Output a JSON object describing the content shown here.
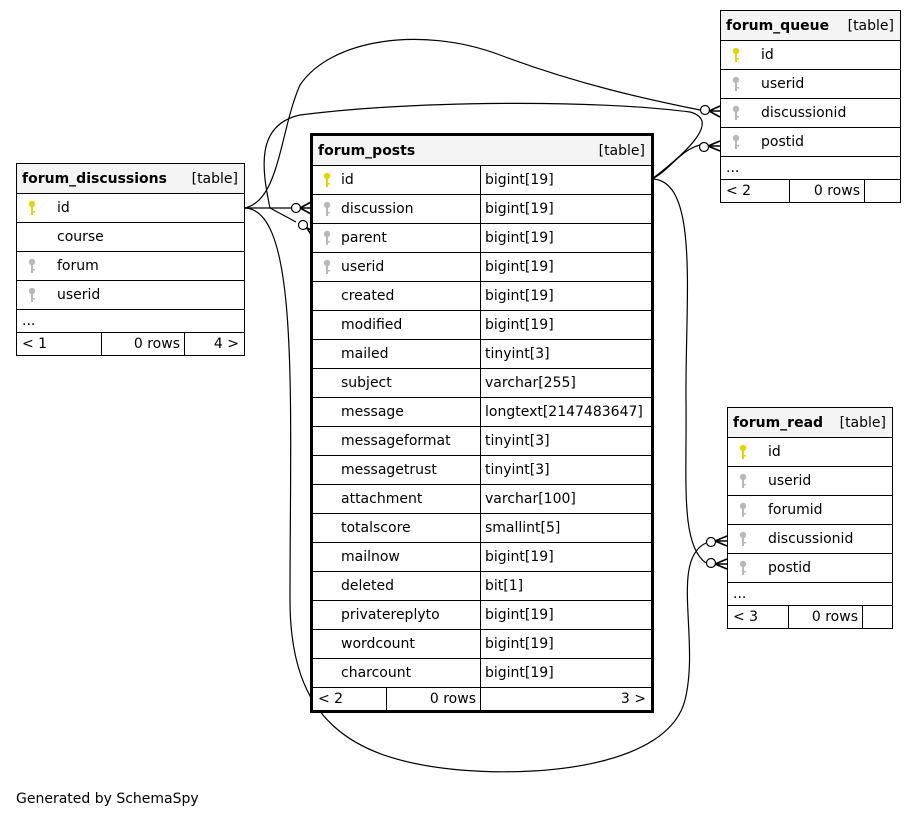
{
  "footer": {
    "generated": "Generated by SchemaSpy"
  },
  "colors": {
    "primary_key": "#e6d400",
    "foreign_key": "#b8b8b8",
    "header_bg": "#f4f4f4"
  },
  "tables": {
    "forum_discussions": {
      "name": "forum_discussions",
      "type": "[table]",
      "columns": [
        {
          "name": "id",
          "key": "primary-key-icon"
        },
        {
          "name": "course",
          "key": ""
        },
        {
          "name": "forum",
          "key": "foreign-key-icon"
        },
        {
          "name": "userid",
          "key": "foreign-key-icon"
        }
      ],
      "more": "...",
      "footer": {
        "parents": "< 1",
        "rows": "0 rows",
        "children": "4 >"
      }
    },
    "forum_posts": {
      "name": "forum_posts",
      "type": "[table]",
      "columns": [
        {
          "name": "id",
          "type": "bigint[19]",
          "key": "primary-key-icon"
        },
        {
          "name": "discussion",
          "type": "bigint[19]",
          "key": "foreign-key-icon"
        },
        {
          "name": "parent",
          "type": "bigint[19]",
          "key": "foreign-key-icon"
        },
        {
          "name": "userid",
          "type": "bigint[19]",
          "key": "foreign-key-icon"
        },
        {
          "name": "created",
          "type": "bigint[19]",
          "key": ""
        },
        {
          "name": "modified",
          "type": "bigint[19]",
          "key": ""
        },
        {
          "name": "mailed",
          "type": "tinyint[3]",
          "key": ""
        },
        {
          "name": "subject",
          "type": "varchar[255]",
          "key": ""
        },
        {
          "name": "message",
          "type": "longtext[2147483647]",
          "key": ""
        },
        {
          "name": "messageformat",
          "type": "tinyint[3]",
          "key": ""
        },
        {
          "name": "messagetrust",
          "type": "tinyint[3]",
          "key": ""
        },
        {
          "name": "attachment",
          "type": "varchar[100]",
          "key": ""
        },
        {
          "name": "totalscore",
          "type": "smallint[5]",
          "key": ""
        },
        {
          "name": "mailnow",
          "type": "bigint[19]",
          "key": ""
        },
        {
          "name": "deleted",
          "type": "bit[1]",
          "key": ""
        },
        {
          "name": "privatereplyto",
          "type": "bigint[19]",
          "key": ""
        },
        {
          "name": "wordcount",
          "type": "bigint[19]",
          "key": ""
        },
        {
          "name": "charcount",
          "type": "bigint[19]",
          "key": ""
        }
      ],
      "footer": {
        "parents": "< 2",
        "rows": "0 rows",
        "children": "3 >"
      }
    },
    "forum_queue": {
      "name": "forum_queue",
      "type": "[table]",
      "columns": [
        {
          "name": "id",
          "key": "primary-key-icon"
        },
        {
          "name": "userid",
          "key": "foreign-key-icon"
        },
        {
          "name": "discussionid",
          "key": "foreign-key-icon"
        },
        {
          "name": "postid",
          "key": "foreign-key-icon"
        }
      ],
      "more": "...",
      "footer": {
        "parents": "< 2",
        "rows": "0 rows",
        "children": ""
      }
    },
    "forum_read": {
      "name": "forum_read",
      "type": "[table]",
      "columns": [
        {
          "name": "id",
          "key": "primary-key-icon"
        },
        {
          "name": "userid",
          "key": "foreign-key-icon"
        },
        {
          "name": "forumid",
          "key": "foreign-key-icon"
        },
        {
          "name": "discussionid",
          "key": "foreign-key-icon"
        },
        {
          "name": "postid",
          "key": "foreign-key-icon"
        }
      ],
      "more": "...",
      "footer": {
        "parents": "< 3",
        "rows": "0 rows",
        "children": ""
      }
    }
  }
}
